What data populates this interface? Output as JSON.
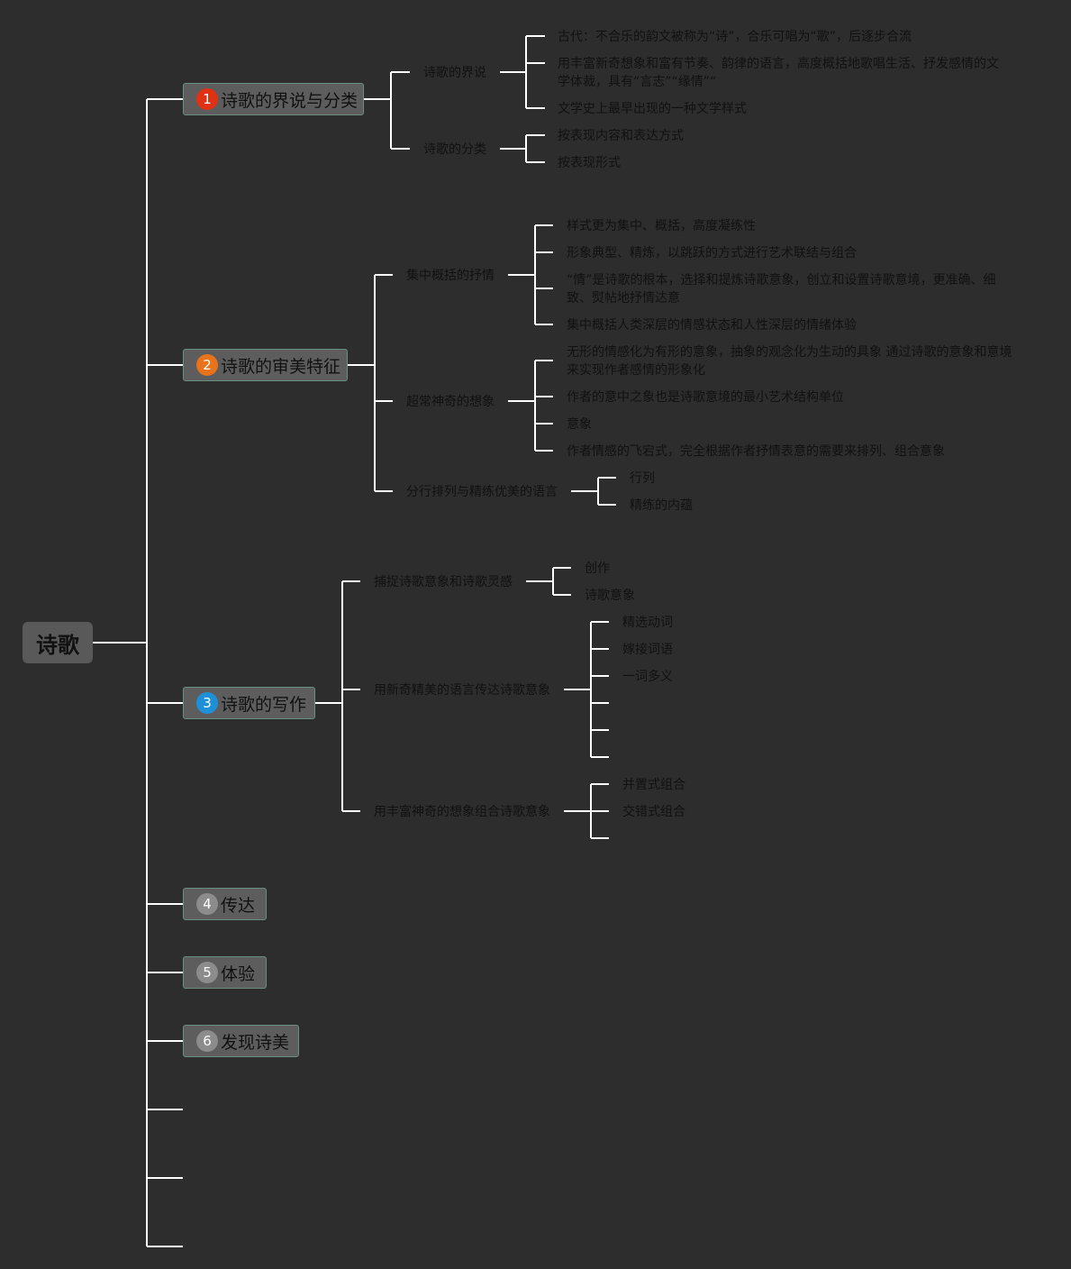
{
  "colors": {
    "background": "#2d2d2d",
    "line": "#ffffff",
    "badge_1": "#e03212",
    "badge_2": "#e8731a",
    "badge_3": "#1e90d8",
    "badge_neutral": "#8c8c8c"
  },
  "root": {
    "label": "诗歌"
  },
  "branches": [
    {
      "number": "1",
      "label": "诗歌的界说与分类",
      "children": [
        {
          "label": "诗歌的界说",
          "leaves": [
            "古代：不合乐的韵文被称为“诗”，合乐可唱为“歌”，后逐步合流",
            "用丰富新奇想象和富有节奏、韵律的语言，高度概括地歌唱生活、抒发感情的文学体裁，具有“言志”“缘情”“",
            "文学史上最早出现的一种文学样式"
          ]
        },
        {
          "label": "诗歌的分类",
          "leaves": [
            "按表现内容和表达方式",
            "按表现形式"
          ]
        }
      ]
    },
    {
      "number": "2",
      "label": "诗歌的审美特征",
      "children": [
        {
          "label": "集中概括的抒情",
          "leaves": [
            "样式更为集中、概括，高度凝练性",
            "形象典型、精炼，以跳跃的方式进行艺术联结与组合",
            "“情”是诗歌的根本，选择和提炼诗歌意象，创立和设置诗歌意境，更准确、细致、熨帖地抒情达意",
            "集中概括人类深层的情感状态和人性深层的情绪体验"
          ]
        },
        {
          "label": "超常神奇的想象",
          "leaves": [
            "无形的情感化为有形的意象，抽象的观念化为生动的具象 通过诗歌的意象和意境来实现作者感情的形象化",
            "作者的意中之象也是诗歌意境的最小艺术结构单位",
            "意象",
            "作者情感的飞宕式，完全根据作者抒情表意的需要来排列、组合意象"
          ]
        },
        {
          "label": "分行排列与精练优美的语言",
          "leaves": [
            "行列",
            "精练的内蕴"
          ]
        }
      ]
    },
    {
      "number": "3",
      "label": "诗歌的写作",
      "children": [
        {
          "label": "捕捉诗歌意象和诗歌灵感",
          "leaves": [
            "创作",
            "诗歌意象"
          ]
        },
        {
          "label": "用新奇精美的语言传达诗歌意象",
          "leaves": [
            "精选动词",
            "嫁接词语",
            "一词多义",
            "",
            "",
            ""
          ]
        },
        {
          "label": "用丰富神奇的想象组合诗歌意象",
          "leaves": [
            "并置式组合",
            "交错式组合",
            ""
          ]
        }
      ]
    },
    {
      "number": "4",
      "label": "传达",
      "children": []
    },
    {
      "number": "5",
      "label": "体验",
      "children": []
    },
    {
      "number": "6",
      "label": "发现诗美",
      "children": []
    }
  ]
}
